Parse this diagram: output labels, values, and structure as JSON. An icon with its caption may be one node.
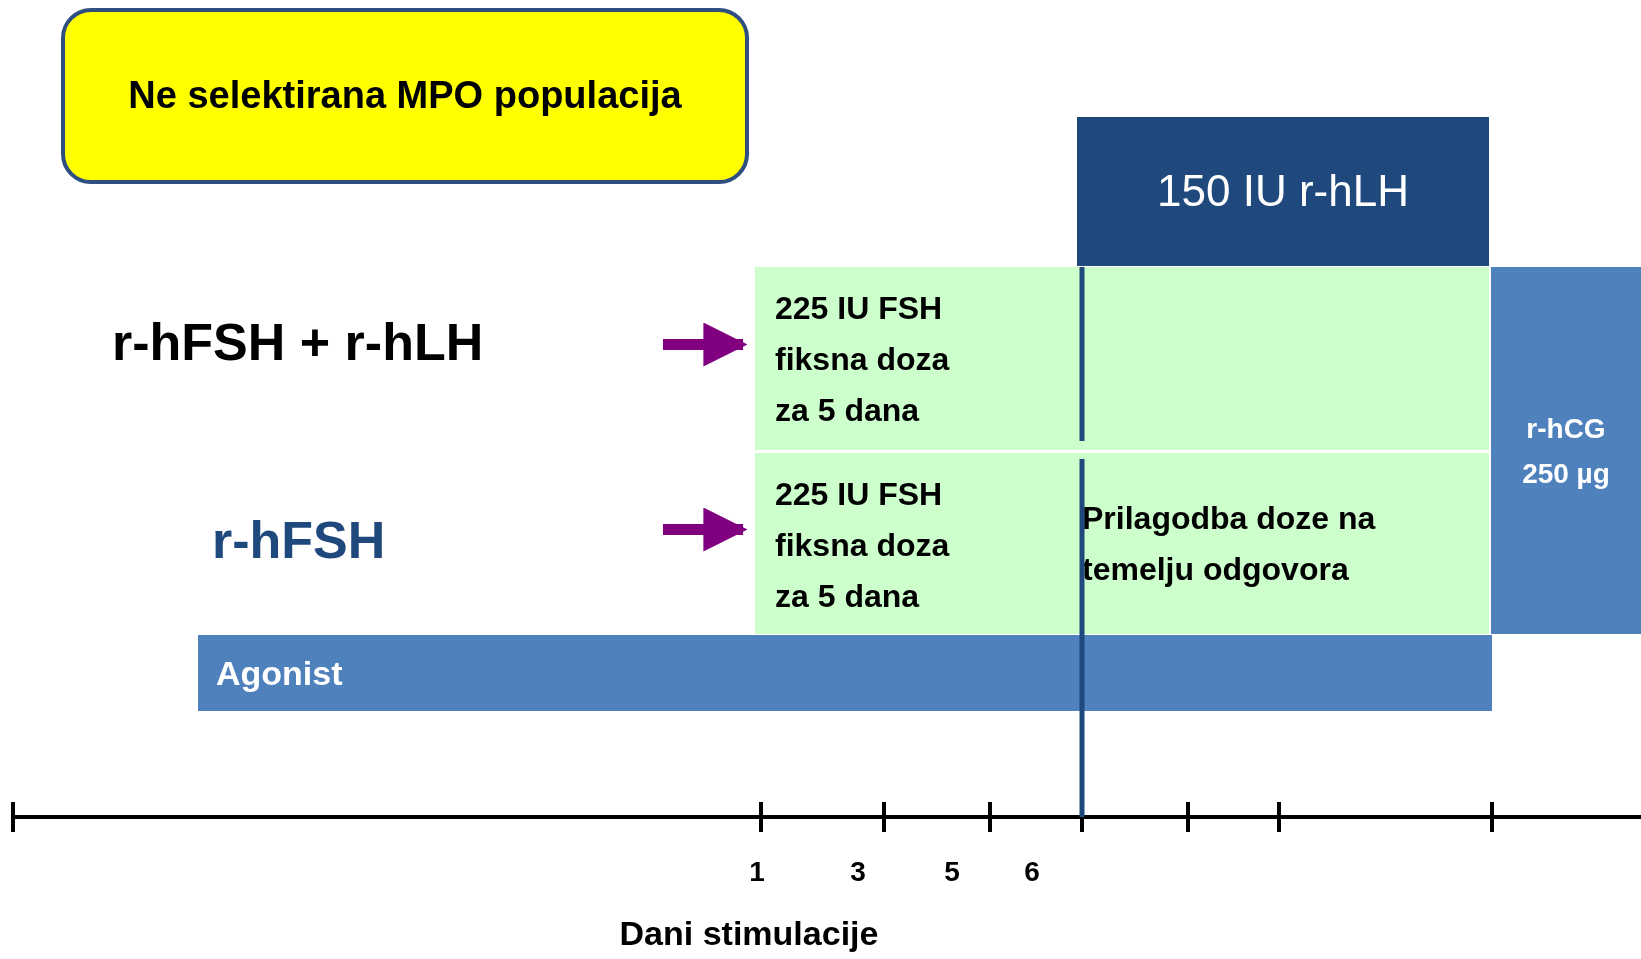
{
  "diagram": {
    "nodes": [
      {
        "text": [
          "Ne selektirana MPO populacija"
        ]
      },
      {
        "text": [
          "150 IU r-hLH"
        ]
      },
      {
        "text": [
          "r-hFSH + r-hLH"
        ]
      },
      {
        "text": [
          "225 IU FSH fiksna doza za 5 dana"
        ]
      },
      {
        "text": [],
        "shape": "box"
      },
      {
        "text": [
          "r-hFSH"
        ]
      },
      {
        "text": [
          "225 IU FSH fiksna doza za 5 dana"
        ]
      },
      {
        "text": [
          "Prilagodba doze na temelju odgovora"
        ]
      },
      {
        "text": [
          "r-hCG 250 µg"
        ]
      },
      {
        "text": [
          "Agonist"
        ]
      }
    ],
    "edges": [
      {
        "from": null,
        "to": 3,
        "arrow": "to"
      },
      {
        "from": null,
        "to": 6,
        "arrow": "to"
      }
    ],
    "labels": [
      "1",
      "3",
      "5",
      "6",
      "Dani stimulacije"
    ]
  }
}
